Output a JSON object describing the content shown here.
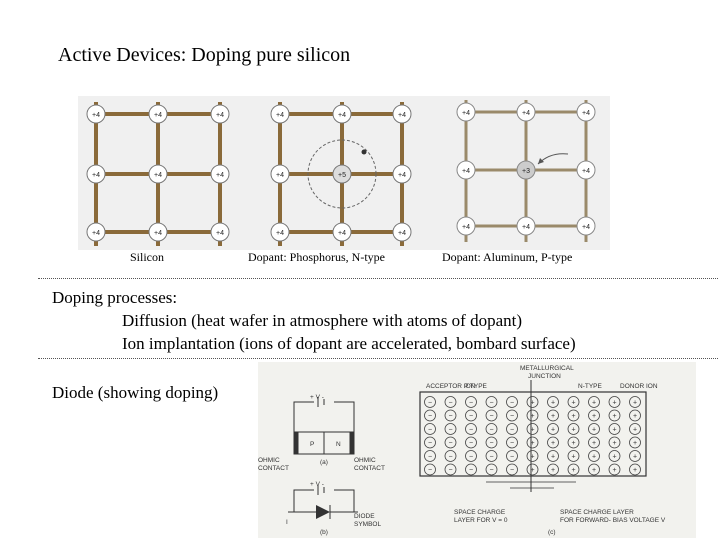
{
  "title": "Active Devices: Doping pure silicon",
  "lattices": {
    "silicon": {
      "caption": "Silicon",
      "nodes": [
        "+4",
        "+4",
        "+4",
        "+4",
        "+4",
        "+4",
        "+4",
        "+4",
        "+4"
      ]
    },
    "phosphorus": {
      "caption": "Dopant: Phosphorus, N-type",
      "nodes": [
        "+4",
        "+4",
        "+4",
        "+4",
        "+5",
        "+4",
        "+4",
        "+4",
        "+4"
      ]
    },
    "aluminum": {
      "caption": "Dopant: Aluminum, P-type",
      "nodes": [
        "+4",
        "+4",
        "+4",
        "+4",
        "+3",
        "+4",
        "+4",
        "+4",
        "+4"
      ]
    }
  },
  "doping": {
    "heading": "Doping processes:",
    "diffusion": "Diffusion (heat wafer in atmosphere with atoms of dopant)",
    "implantation": "Ion implantation (ions of dopant are accelerated, bombard surface)"
  },
  "diode": {
    "label": "Diode (showing doping)",
    "figure": {
      "metallurgical_line1": "METALLURGICAL",
      "metallurgical_line2": "JUNCTION",
      "acceptor_ion": "ACCEPTOR ION",
      "p_type": "P TYPE",
      "n_type": "N-TYPE",
      "donor_ion": "DONOR ION",
      "p_label": "P",
      "n_label": "N",
      "v_plus": "+ V -",
      "v_plus_b": "+ V -",
      "ohmic_left_1": "OHMIC",
      "ohmic_left_2": "CONTACT",
      "ohmic_right_1": "OHMIC",
      "ohmic_right_2": "CONTACT",
      "sub_a": "(a)",
      "sub_b": "(b)",
      "sub_c": "(c)",
      "current_i": "I",
      "diode_symbol_1": "DIODE",
      "diode_symbol_2": "SYMBOL",
      "scl_zero_1": "SPACE CHARGE",
      "scl_zero_2": "LAYER FOR V = 0",
      "scl_fwd_1": "SPACE CHARGE LAYER",
      "scl_fwd_2": "FOR FORWARD- BIAS VOLTAGE V"
    }
  }
}
